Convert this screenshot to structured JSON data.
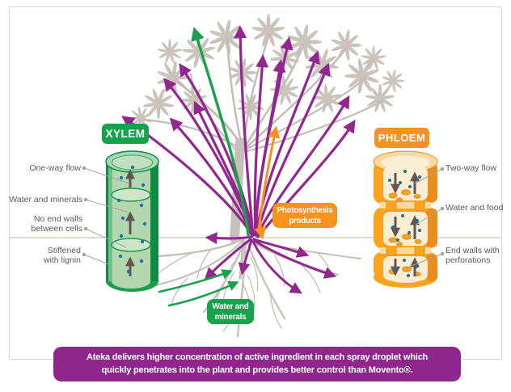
{
  "xylem": {
    "badge": "XYLEM",
    "callouts": [
      {
        "line1": "One-way flow",
        "line2": ""
      },
      {
        "line1": "Water and minerals",
        "line2": ""
      },
      {
        "line1": "No end walls",
        "line2": "between cells"
      },
      {
        "line1": "Stiffened",
        "line2": "with lignin"
      }
    ]
  },
  "phloem": {
    "badge": "PHLOEM",
    "callouts": [
      {
        "line1": "Two-way flow",
        "line2": ""
      },
      {
        "line1": "Water and food",
        "line2": ""
      },
      {
        "line1": "End walls with",
        "line2": "perforations"
      }
    ]
  },
  "flow_badges": {
    "photosynthesis": {
      "line1": "Photosynthesis",
      "line2": "products"
    },
    "water_minerals": {
      "line1": "Water and",
      "line2": "minerals"
    }
  },
  "banner": {
    "line1": "Ateka delivers higher concentration of active ingredient in each spray droplet which",
    "line2": "quickly penetrates into the plant and provides better control than Movento®."
  },
  "colors": {
    "xylem_green": "#18a24d",
    "phloem_orange": "#f6921e",
    "flow_purple": "#92278f",
    "banner_purple": "#8e268b",
    "water_dot_blue": "#2470ad",
    "phloem_dot_teal": "#1d7291",
    "foliage_gray": "#cac4bd"
  }
}
